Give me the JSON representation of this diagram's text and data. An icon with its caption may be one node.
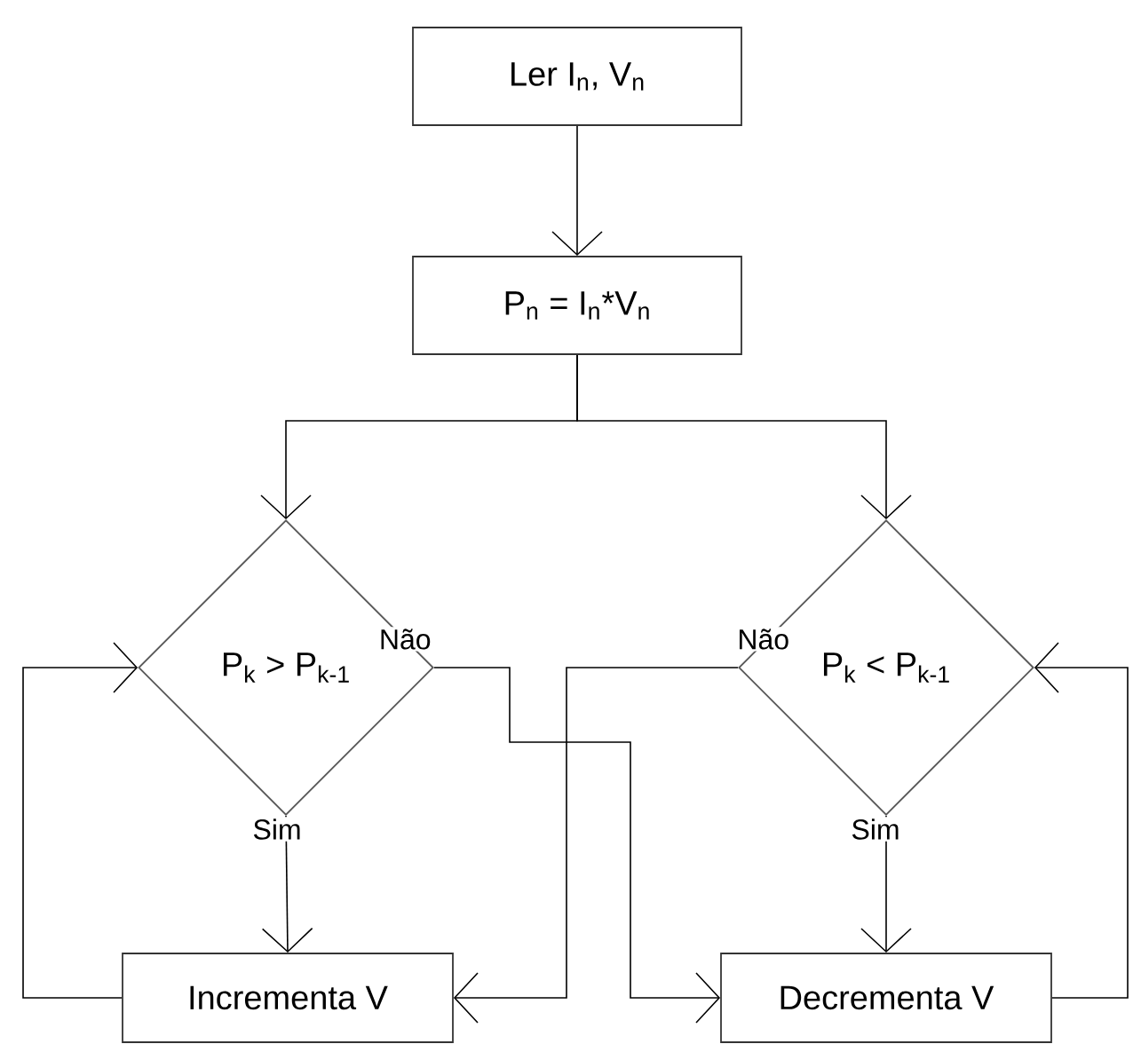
{
  "diagram": {
    "nodes": [
      {
        "text": [
          "Ler I$_{n}$, V$_{n}$"
        ]
      },
      {
        "text": [
          "P$_{n}$ = I$_{n}$*V$_{n}$"
        ]
      },
      {
        "text": [
          "P$_{k}$ > P$_{k-1}$"
        ]
      },
      {
        "text": [
          "P$_{k}$ < P$_{k-1}$"
        ]
      },
      {
        "text": [
          "Incrementa V"
        ]
      },
      {
        "text": [
          "Decrementa V"
        ]
      }
    ],
    "edges": [
      {
        "from": 0,
        "to": 1,
        "arrow": "to"
      },
      {
        "from": 1,
        "to": 2,
        "arrow": "to"
      },
      {
        "from": 1,
        "to": 3,
        "arrow": "to"
      },
      {
        "from": 2,
        "to": 4,
        "arrow": "to",
        "label": "Sim"
      },
      {
        "from": 2,
        "to": 5,
        "arrow": "to",
        "label": "Não"
      },
      {
        "from": 3,
        "to": 4,
        "arrow": "to",
        "label": "Não"
      },
      {
        "from": 3,
        "to": 5,
        "arrow": "to",
        "label": "Sim"
      },
      {
        "from": 4,
        "to": 2,
        "arrow": "to"
      },
      {
        "from": 5,
        "to": 3,
        "arrow": "to"
      }
    ]
  }
}
